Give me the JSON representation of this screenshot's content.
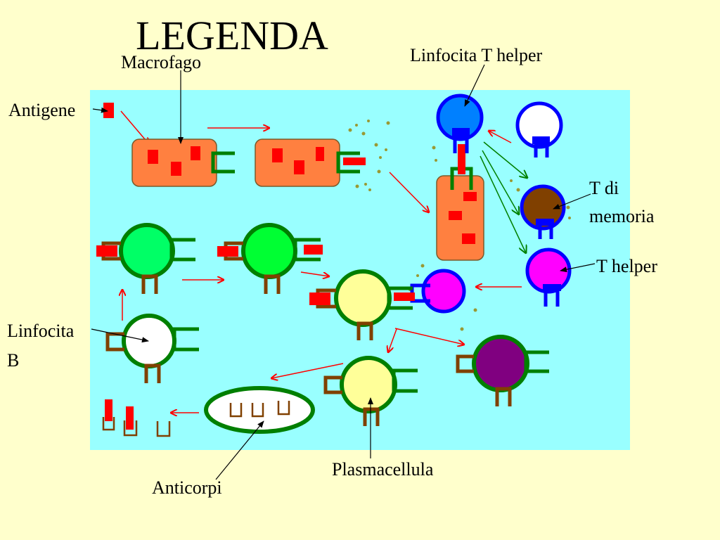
{
  "title": "LEGENDA",
  "labels": {
    "macrofago": "Macrofago",
    "linfocita_t_helper": "Linfocita T helper",
    "antigene": "Antigene",
    "t_di_memoria_1": "T di",
    "t_di_memoria_2": "memoria",
    "t_helper": "T helper",
    "linfocita_b_1": "Linfocita",
    "linfocita_b_2": "B",
    "plasmacellula": "Plasmacellula",
    "anticorpi": "Anticorpi"
  },
  "colors": {
    "page_background": "#ffffcc",
    "diagram_background": "#99ffff",
    "macrophage": "#ff8040",
    "antigen": "#ff0000",
    "b_cell_membrane": "#007f00",
    "activated_b_cell": "#00ff66",
    "plasma_cell": "#ffff99",
    "memory_b_cell": "#800080",
    "t_cell_membrane": "#0000ff",
    "t_helper_inactive": "#0080ff",
    "t_memory": "#804000",
    "t_helper_active": "#ff00ff",
    "antibody": "#804000",
    "arrow_red": "#ff0000",
    "arrow_green": "#008000"
  }
}
